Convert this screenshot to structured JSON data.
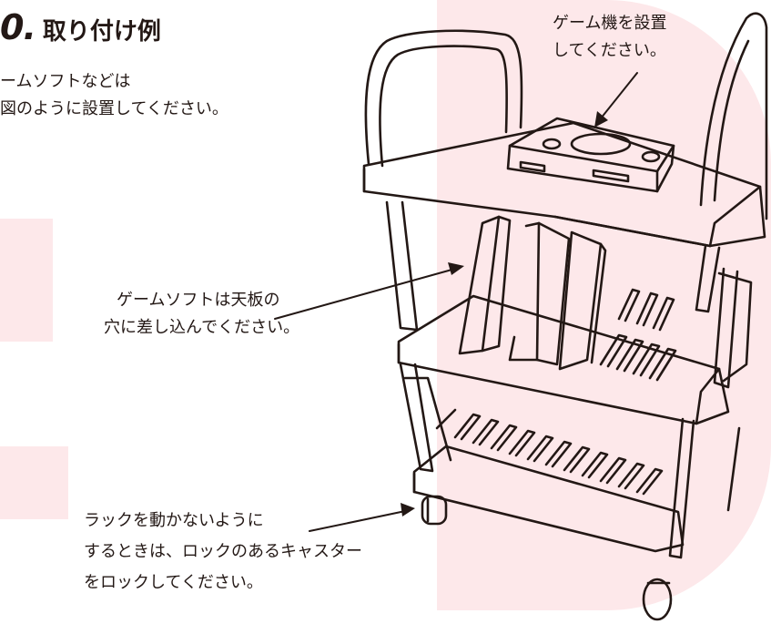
{
  "heading": {
    "number": "0.",
    "title": "取り付け例"
  },
  "intro": {
    "line1": "ームソフトなどは",
    "line2": "図のように設置してください。"
  },
  "callouts": {
    "game_console": {
      "line1": "ゲーム機を設置",
      "line2": "してください。"
    },
    "software_slots": {
      "line1": "ゲームソフトは天板の",
      "line2": "穴に差し込んでください。"
    },
    "casters": {
      "line1": "ラックを動かないように",
      "line2": "するときは、ロックのあるキャスター",
      "line3": "をロックしてください。"
    }
  },
  "colors": {
    "background_letters": "#fde8ea",
    "ink": "#231815"
  }
}
